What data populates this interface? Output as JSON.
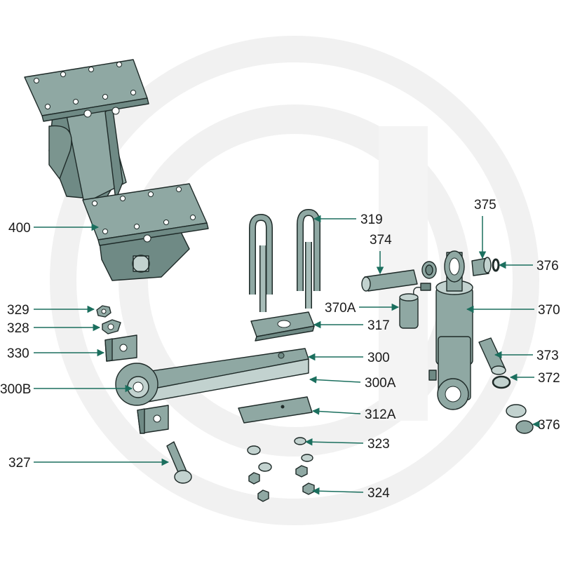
{
  "diagram": {
    "colors": {
      "part_fill": "#8fa8a3",
      "part_dark": "#6f8a85",
      "part_light": "#c2d2cf",
      "outline": "#1e2a28",
      "leader": "#1b6f5e",
      "watermark": "#f1f1f1"
    },
    "callouts": [
      {
        "id": "400",
        "text": "400"
      },
      {
        "id": "319",
        "text": "319"
      },
      {
        "id": "375",
        "text": "375"
      },
      {
        "id": "374",
        "text": "374"
      },
      {
        "id": "376a",
        "text": "376"
      },
      {
        "id": "370A",
        "text": "370A"
      },
      {
        "id": "370",
        "text": "370"
      },
      {
        "id": "329",
        "text": "329"
      },
      {
        "id": "317",
        "text": "317"
      },
      {
        "id": "328",
        "text": "328"
      },
      {
        "id": "330",
        "text": "330"
      },
      {
        "id": "300",
        "text": "300"
      },
      {
        "id": "373",
        "text": "373"
      },
      {
        "id": "300A",
        "text": "300A"
      },
      {
        "id": "372",
        "text": "372"
      },
      {
        "id": "300B",
        "text": "300B"
      },
      {
        "id": "312A",
        "text": "312A"
      },
      {
        "id": "376b",
        "text": "376"
      },
      {
        "id": "323",
        "text": "323"
      },
      {
        "id": "327",
        "text": "327"
      },
      {
        "id": "324",
        "text": "324"
      }
    ]
  }
}
